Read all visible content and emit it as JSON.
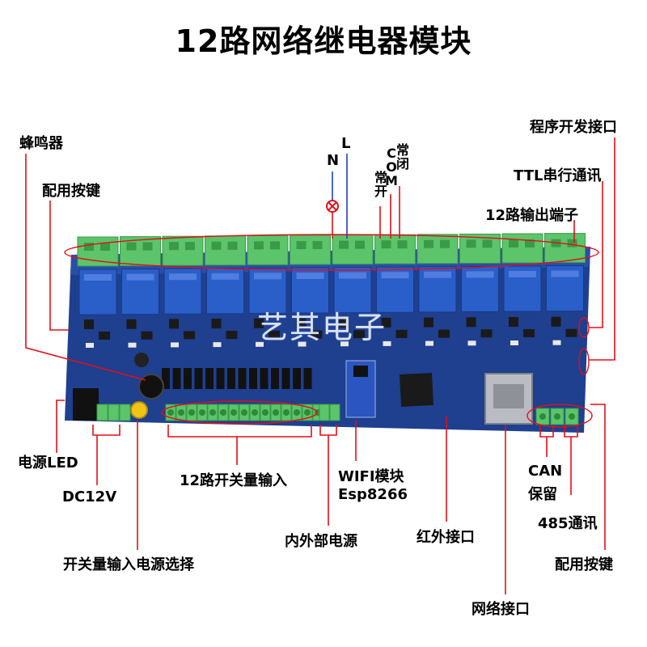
{
  "title": "12路网络继电器模块",
  "watermark": "艺其电子",
  "callouts": {
    "buzzer": "蜂鸣器",
    "spare_button_left": "配用按键",
    "n": "N",
    "l": "L",
    "normally_open": "常开",
    "com": "COM",
    "normally_closed": "常闭",
    "program_port": "程序开发接口",
    "ttl_serial": "TTL串行通讯",
    "output_terminals": "12路输出端子",
    "power_led": "电源LED",
    "dc12v": "DC12V",
    "switch_inputs": "12路开关量输入",
    "wifi_module": "WIFI模块",
    "esp8266": "Esp8266",
    "int_ext_power": "内外部电源",
    "ir_port": "红外接口",
    "input_power_select": "开关量输入电源选择",
    "can": "CAN",
    "reserved": "保留",
    "rs485": "485通讯",
    "spare_button_right": "配用按键",
    "network_port": "网络接口"
  },
  "board": {
    "relay_count": 12,
    "pcb_color": "#1f3f8f",
    "terminal_color": "#5cc46a",
    "relay_color": "#2a5fc9",
    "line_color": "#e0101a"
  }
}
